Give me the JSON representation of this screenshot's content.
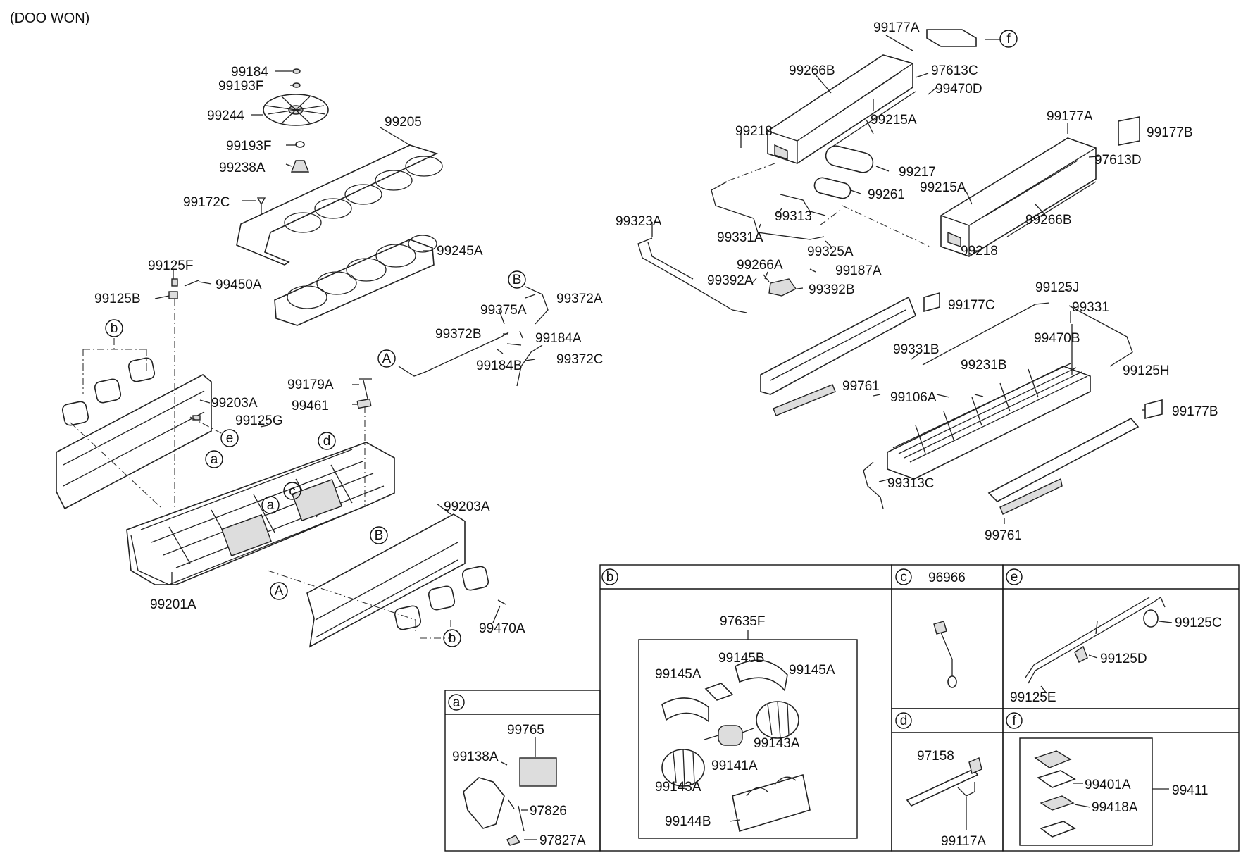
{
  "header": {
    "note": "(DOO WON)"
  },
  "callouts": {
    "a": "a",
    "b": "b",
    "c": "c",
    "d": "d",
    "e": "e",
    "f": "f",
    "A": "A",
    "B": "B"
  },
  "labels": {
    "p99184": "99184",
    "p99193F_1": "99193F",
    "p99244": "99244",
    "p99205": "99205",
    "p99193F_2": "99193F",
    "p99238A": "99238A",
    "p99172C": "99172C",
    "p99245A": "99245A",
    "p99125F": "99125F",
    "p99125B": "99125B",
    "p99450A": "99450A",
    "p99372A": "99372A",
    "p99375A": "99375A",
    "p99372B": "99372B",
    "p99184A": "99184A",
    "p99184B": "99184B",
    "p99372C": "99372C",
    "p99179A": "99179A",
    "p99461": "99461",
    "p99203A_1": "99203A",
    "p99125G": "99125G",
    "p99203A_2": "99203A",
    "p99201A": "99201A",
    "p99470A": "99470A",
    "p99177A_1": "99177A",
    "p99266B_1": "99266B",
    "p97613C": "97613C",
    "p99470D": "99470D",
    "p99215A_1": "99215A",
    "p99218_1": "99218",
    "p99217": "99217",
    "p99261": "99261",
    "p99313": "99313",
    "p99331A": "99331A",
    "p99325A": "99325A",
    "p99177A_2": "99177A",
    "p99177B_1": "99177B",
    "p97613D": "97613D",
    "p99215A_2": "99215A",
    "p99266B_2": "99266B",
    "p99218_2": "99218",
    "p99323A": "99323A",
    "p99266A": "99266A",
    "p99187A": "99187A",
    "p99392A": "99392A",
    "p99392B": "99392B",
    "p99177C": "99177C",
    "p99125J": "99125J",
    "p99331": "99331",
    "p99331B": "99331B",
    "p99470B": "99470B",
    "p99231B": "99231B",
    "p99125H": "99125H",
    "p99761_1": "99761",
    "p99106A": "99106A",
    "p99177B_2": "99177B",
    "p99313C": "99313C",
    "p99761_2": "99761"
  },
  "panels": {
    "a": {
      "letter": "a",
      "labels": {
        "p99765": "99765",
        "p99138A": "99138A",
        "p97826": "97826",
        "p97827A": "97827A"
      }
    },
    "b": {
      "letter": "b",
      "labels": {
        "p97635F": "97635F",
        "p99145B": "99145B",
        "p99145A_1": "99145A",
        "p99145A_2": "99145A",
        "p99143A_1": "99143A",
        "p99141A": "99141A",
        "p99143A_2": "99143A",
        "p99144B": "99144B"
      }
    },
    "c": {
      "letter": "c",
      "part": "96966"
    },
    "d": {
      "letter": "d",
      "labels": {
        "p97158": "97158",
        "p99117A": "99117A"
      }
    },
    "e": {
      "letter": "e",
      "labels": {
        "p99125C": "99125C",
        "p99125D": "99125D",
        "p99125E": "99125E"
      }
    },
    "f": {
      "letter": "f",
      "labels": {
        "p99401A": "99401A",
        "p99411": "99411",
        "p99418A": "99418A"
      }
    }
  }
}
